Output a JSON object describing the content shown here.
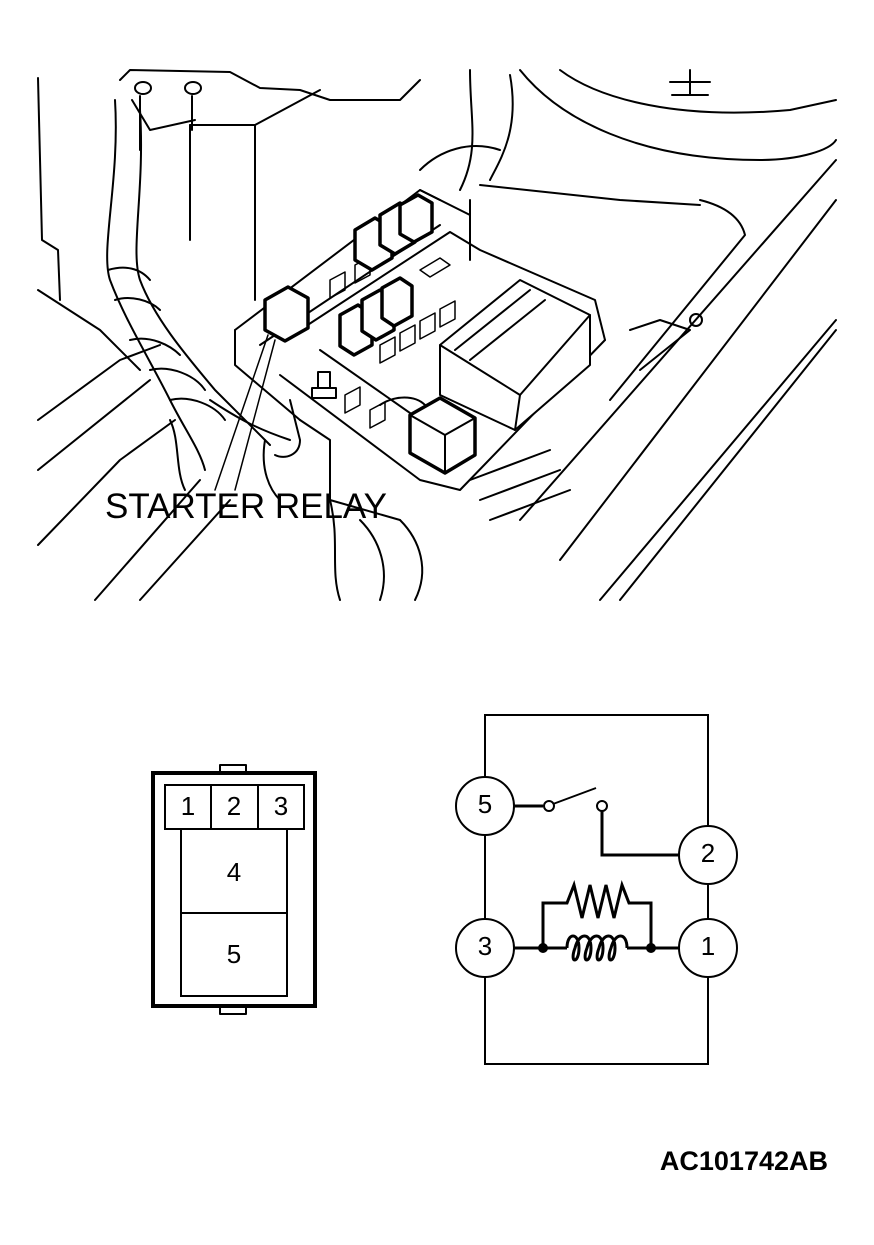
{
  "illustration": {
    "callout_label": "STARTER RELAY"
  },
  "connector": {
    "top_row": [
      "1",
      "2",
      "3"
    ],
    "middle": "4",
    "bottom": "5"
  },
  "circuit": {
    "terminals": {
      "t5": "5",
      "t2": "2",
      "t3": "3",
      "t1": "1"
    }
  },
  "figure_code": "AC101742AB"
}
